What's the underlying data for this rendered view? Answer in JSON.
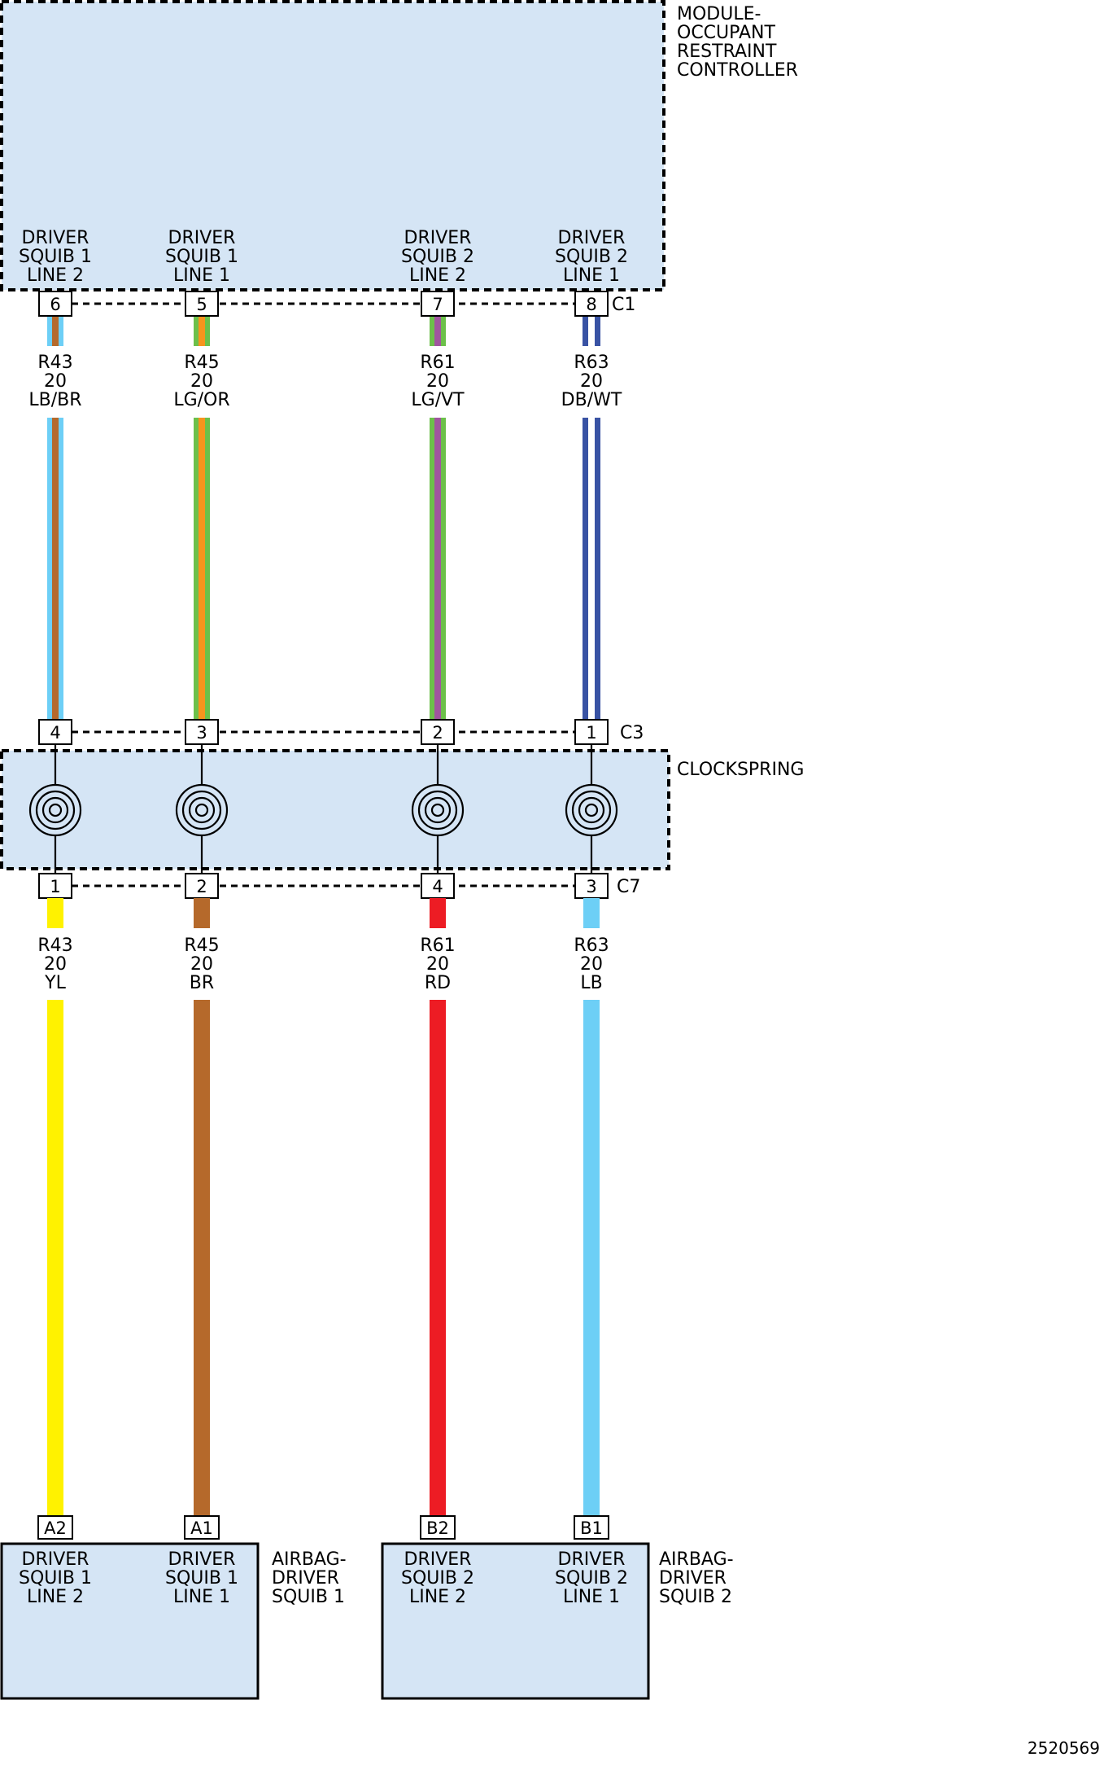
{
  "colors": {
    "box_fill": "#d5e5f5",
    "border": "#000000",
    "yellow": "#fff200",
    "brown": "#b5692b",
    "red": "#ed1c24",
    "light_blue": "#6dcff6",
    "light_green": "#6cc04a",
    "orange": "#f7941d",
    "violet": "#a0559f",
    "dark_blue": "#3953a4",
    "white": "#ffffff"
  },
  "components": {
    "orc": {
      "name_lines": [
        "MODULE-",
        "OCCUPANT",
        "RESTRAINT",
        "CONTROLLER"
      ]
    },
    "clockspring": {
      "name": "CLOCKSPRING"
    },
    "airbag1": {
      "name_lines": [
        "AIRBAG-",
        "DRIVER",
        "SQUIB 1"
      ],
      "pins": [
        {
          "label_lines": [
            "DRIVER",
            "SQUIB 1",
            "LINE 2"
          ],
          "pin": "A2"
        },
        {
          "label_lines": [
            "DRIVER",
            "SQUIB 1",
            "LINE 1"
          ],
          "pin": "A1"
        }
      ]
    },
    "airbag2": {
      "name_lines": [
        "AIRBAG-",
        "DRIVER",
        "SQUIB 2"
      ],
      "pins": [
        {
          "label_lines": [
            "DRIVER",
            "SQUIB 2",
            "LINE 2"
          ],
          "pin": "B2"
        },
        {
          "label_lines": [
            "DRIVER",
            "SQUIB 2",
            "LINE 1"
          ],
          "pin": "B1"
        }
      ]
    }
  },
  "connectors": {
    "c1": {
      "name": "C1",
      "pins": [
        "6",
        "5",
        "7",
        "8"
      ]
    },
    "c3": {
      "name": "C3",
      "pins": [
        "4",
        "3",
        "2",
        "1"
      ]
    },
    "c7": {
      "name": "C7",
      "pins": [
        "1",
        "2",
        "4",
        "3"
      ]
    }
  },
  "circuits": [
    {
      "orc_label_lines": [
        "DRIVER",
        "SQUIB 1",
        "LINE 2"
      ],
      "upper_wire": {
        "circuit": "R43",
        "gauge": "20",
        "color": "LB/BR",
        "base": "light_blue",
        "tracer": "brown"
      },
      "lower_wire": {
        "circuit": "R43",
        "gauge": "20",
        "color": "YL",
        "base": "yellow"
      }
    },
    {
      "orc_label_lines": [
        "DRIVER",
        "SQUIB 1",
        "LINE 1"
      ],
      "upper_wire": {
        "circuit": "R45",
        "gauge": "20",
        "color": "LG/OR",
        "base": "light_green",
        "tracer": "orange"
      },
      "lower_wire": {
        "circuit": "R45",
        "gauge": "20",
        "color": "BR",
        "base": "brown"
      }
    },
    {
      "orc_label_lines": [
        "DRIVER",
        "SQUIB 2",
        "LINE 2"
      ],
      "upper_wire": {
        "circuit": "R61",
        "gauge": "20",
        "color": "LG/VT",
        "base": "light_green",
        "tracer": "violet"
      },
      "lower_wire": {
        "circuit": "R61",
        "gauge": "20",
        "color": "RD",
        "base": "red"
      }
    },
    {
      "orc_label_lines": [
        "DRIVER",
        "SQUIB 2",
        "LINE 1"
      ],
      "upper_wire": {
        "circuit": "R63",
        "gauge": "20",
        "color": "DB/WT",
        "base": "dark_blue",
        "tracer": "white"
      },
      "lower_wire": {
        "circuit": "R63",
        "gauge": "20",
        "color": "LB",
        "base": "light_blue"
      }
    }
  ],
  "figure_id": "2520569"
}
